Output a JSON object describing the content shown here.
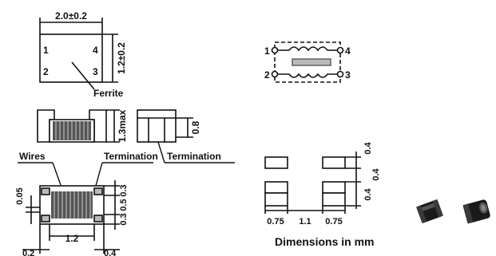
{
  "colors": {
    "ink": "#111111",
    "body_fill": "#ffffff",
    "winding": "#444444",
    "photo_body": "#1a1a1a"
  },
  "top_view": {
    "width_dim": "2.0±0.2",
    "height_dim": "1.2±0.2",
    "pins": [
      "1",
      "4",
      "2",
      "3"
    ],
    "ferrite_label": "Ferrite"
  },
  "front_view": {
    "height_dim": "1.3max"
  },
  "side_view": {
    "height_dim": "0.8"
  },
  "callouts": {
    "wires": "Wires",
    "termination_1": "Termination",
    "termination_2": "Termination"
  },
  "bottom_view": {
    "dims_right": [
      "0.3",
      "0.5",
      "0.3"
    ],
    "dim_left": "0.05",
    "dim_bottom_center": "1.2",
    "dim_bottom_left": "0.2",
    "dim_bottom_right": "0.4"
  },
  "schematic": {
    "pins": [
      "1",
      "4",
      "2",
      "3"
    ]
  },
  "land_pattern": {
    "widths": [
      "0.75",
      "1.1",
      "0.75"
    ],
    "heights": [
      "0.4",
      "0.4",
      "0.4"
    ]
  },
  "caption": "Dimensions in mm",
  "product_photo": {
    "icon": "component-photo-icon"
  }
}
